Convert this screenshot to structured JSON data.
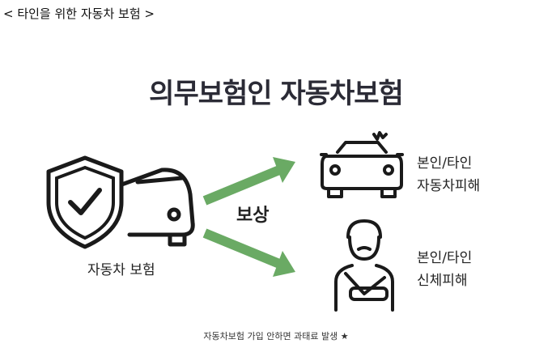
{
  "header": {
    "title": "< 타인을 위한 자동차 보험 >"
  },
  "main": {
    "title": "의무보험인 자동차보험",
    "insurance_label": "자동차 보험",
    "compensation_label": "보상",
    "outcomes": [
      {
        "line1": "본인/타인",
        "line2": "자동차피해"
      },
      {
        "line1": "본인/타인",
        "line2": "신체피해"
      }
    ],
    "footnote": "자동차보험 가입 안하면 과태료 발생 ★"
  },
  "colors": {
    "arrow": "#6aaa64",
    "title": "#2b2b36"
  }
}
